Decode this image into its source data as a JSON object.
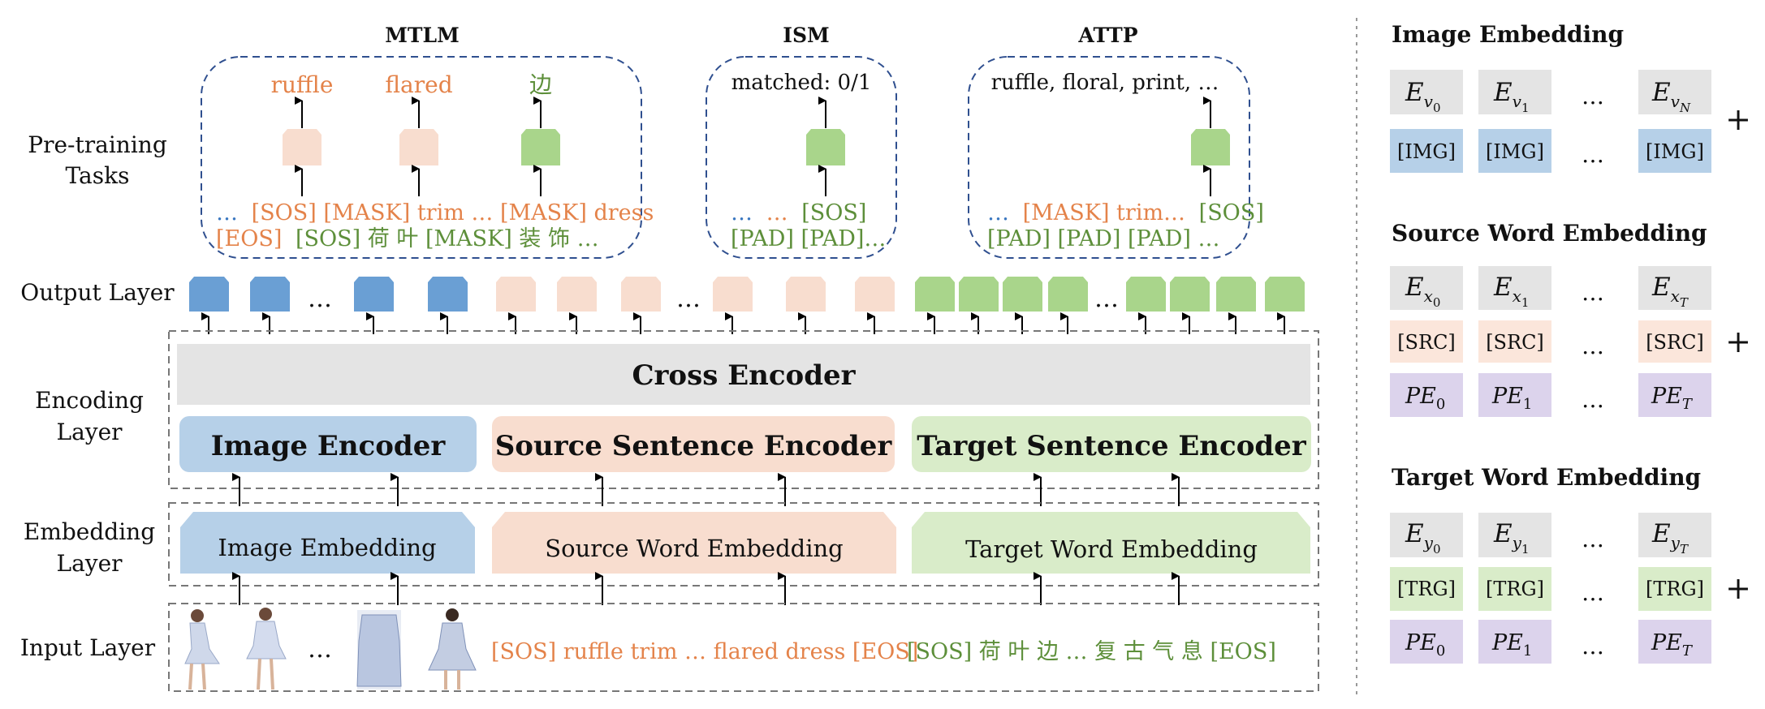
{
  "left_labels": {
    "pretraining_line1": "Pre-training",
    "pretraining_line2": "Tasks",
    "output": "Output Layer",
    "encoding_line1": "Encoding",
    "encoding_line2": "Layer",
    "embedding_line1": "Embedding",
    "embedding_line2": "Layer",
    "input": "Input Layer"
  },
  "tasks": {
    "mtlm": {
      "title": "MTLM",
      "predictions": [
        "ruffle",
        "flared",
        "边"
      ],
      "input_row1_blue": "…",
      "input_row1_orange": "[SOS] [MASK] trim … [MASK] dress",
      "input_row2_orange": "[EOS]",
      "input_row2_green": "[SOS] 荷 叶 [MASK] 装 饰 …"
    },
    "ism": {
      "title": "ISM",
      "prediction": "matched: 0/1",
      "input_row1_blue": "…",
      "input_row1_orange": "…",
      "input_row1_green": "[SOS]",
      "input_row2_green": "[PAD] [PAD]…"
    },
    "attp": {
      "title": "ATTP",
      "prediction": "ruffle, floral, print, …",
      "input_row1_blue": "…",
      "input_row1_orange": "[MASK] trim…",
      "input_row1_green": "[SOS]",
      "input_row2_green": "[PAD] [PAD] [PAD] …"
    }
  },
  "output_ellipsis": "…",
  "encoders": {
    "cross": "Cross Encoder",
    "image": "Image Encoder",
    "source": "Source Sentence Encoder",
    "target": "Target Sentence Encoder"
  },
  "embeddings": {
    "image": "Image Embedding",
    "source": "Source Word Embedding",
    "target": "Target Word Embedding"
  },
  "input_layer": {
    "image_ellipsis": "…",
    "source_text": "[SOS] ruffle trim … flared dress [EOS]",
    "target_text": "[SOS] 荷 叶 边 … 复 古 气 息 [EOS]"
  },
  "right_panel": {
    "image_embedding": {
      "title": "Image Embedding",
      "row1": [
        {
          "base": "E",
          "sub": "v",
          "subsub": "0"
        },
        {
          "base": "E",
          "sub": "v",
          "subsub": "1"
        },
        {
          "base": "…"
        },
        {
          "base": "E",
          "sub": "v",
          "subsub": "N"
        }
      ],
      "row2": [
        "[IMG]",
        "[IMG]",
        "…",
        "[IMG]"
      ],
      "plus": "+"
    },
    "source_word_embedding": {
      "title": "Source Word Embedding",
      "row1": [
        {
          "base": "E",
          "sub": "x",
          "subsub": "0"
        },
        {
          "base": "E",
          "sub": "x",
          "subsub": "1"
        },
        {
          "base": "…"
        },
        {
          "base": "E",
          "sub": "x",
          "subsub": "T"
        }
      ],
      "row2": [
        "[SRC]",
        "[SRC]",
        "…",
        "[SRC]"
      ],
      "row3": [
        {
          "base": "PE",
          "sub": "0"
        },
        {
          "base": "PE",
          "sub": "1"
        },
        {
          "base": "…"
        },
        {
          "base": "PE",
          "sub": "T"
        }
      ],
      "plus": "+"
    },
    "target_word_embedding": {
      "title": "Target Word Embedding",
      "row1": [
        {
          "base": "E",
          "sub": "y",
          "subsub": "0"
        },
        {
          "base": "E",
          "sub": "y",
          "subsub": "1"
        },
        {
          "base": "…"
        },
        {
          "base": "E",
          "sub": "y",
          "subsub": "T"
        }
      ],
      "row2": [
        "[TRG]",
        "[TRG]",
        "…",
        "[TRG]"
      ],
      "row3": [
        {
          "base": "PE",
          "sub": "0"
        },
        {
          "base": "PE",
          "sub": "1"
        },
        {
          "base": "…"
        },
        {
          "base": "PE",
          "sub": "T"
        }
      ],
      "plus": "+"
    }
  },
  "colors": {
    "image_blue": "#6a9fd4",
    "image_fill": "#b6d0e8",
    "source_peach": "#f8ddcf",
    "target_green": "#a9d58b",
    "target_fill": "#d9ecc9",
    "gray_fill": "#e4e4e4",
    "pe_purple": "#dcd3ec",
    "task_border": "#2f4f8f",
    "orange_text": "#e4834a",
    "green_text": "#5d8f3a",
    "blue_text": "#3a77c0"
  }
}
